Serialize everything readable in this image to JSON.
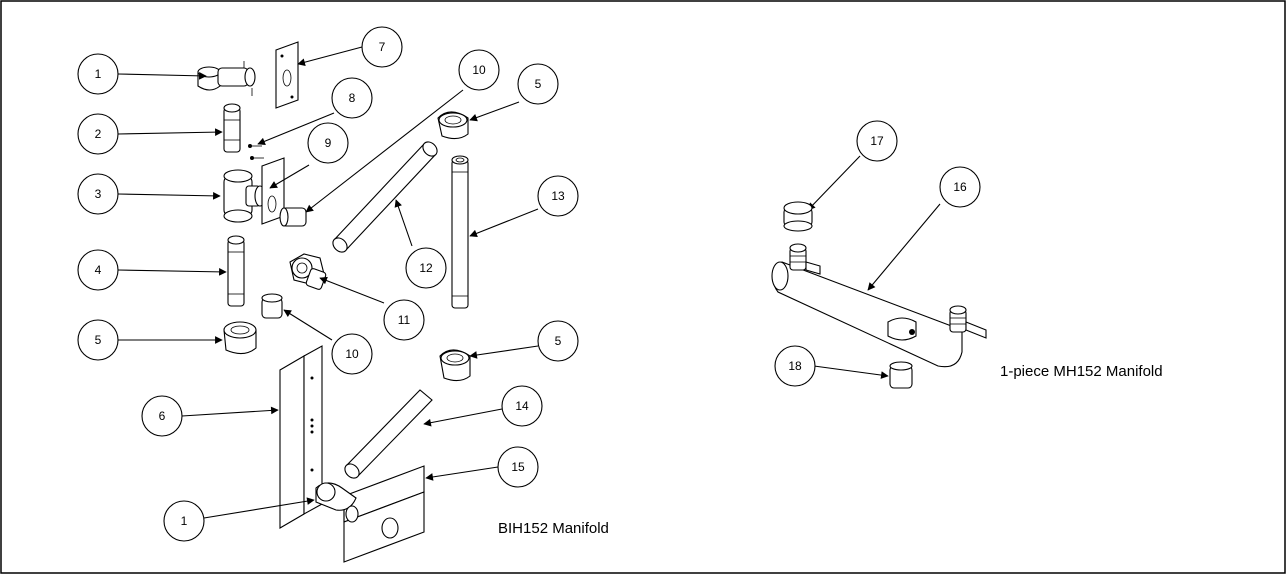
{
  "captions": {
    "bih152": "BIH152 Manifold",
    "mh152": "1-piece MH152 Manifold"
  },
  "callouts": [
    "1",
    "2",
    "3",
    "4",
    "5",
    "6",
    "7",
    "8",
    "9",
    "10",
    "10",
    "11",
    "12",
    "13",
    "5",
    "5",
    "14",
    "15",
    "1",
    "16",
    "17",
    "18"
  ]
}
